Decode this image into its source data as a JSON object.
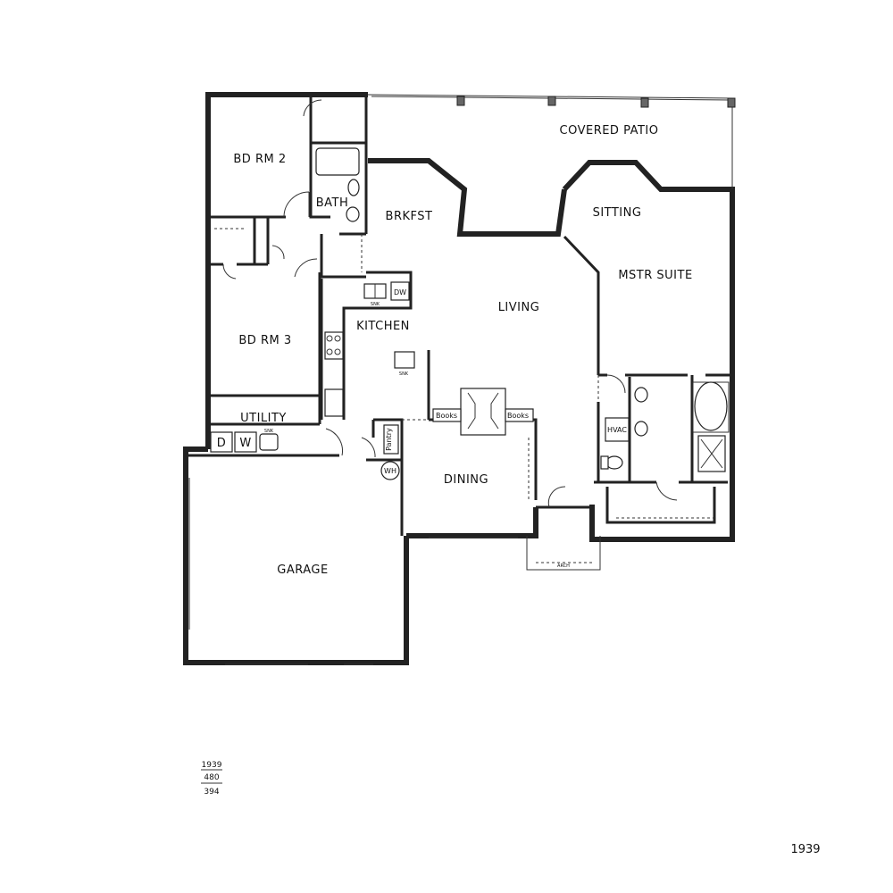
{
  "rooms": {
    "covered_patio": "COVERED PATIO",
    "bd_rm_2": "BD RM 2",
    "bath": "BATH",
    "brkfst": "BRKFST",
    "sitting": "SITTING",
    "mstr_suite": "MSTR SUITE",
    "living": "LIVING",
    "kitchen": "KITCHEN",
    "bd_rm_3": "BD RM 3",
    "utility": "UTILITY",
    "dining": "DINING",
    "garage": "GARAGE"
  },
  "fixtures": {
    "dw": "DW",
    "sink": "SNK",
    "books_left": "Books",
    "books_right": "Books",
    "hvac": "HVAC",
    "pantry": "Pantry",
    "wh": "WH",
    "dryer": "D",
    "washer": "W",
    "arch": "ARCH"
  },
  "stats": {
    "living_sqft": "1939",
    "garage_sqft": "480",
    "patio_sqft": "394"
  },
  "page_number": "1939"
}
